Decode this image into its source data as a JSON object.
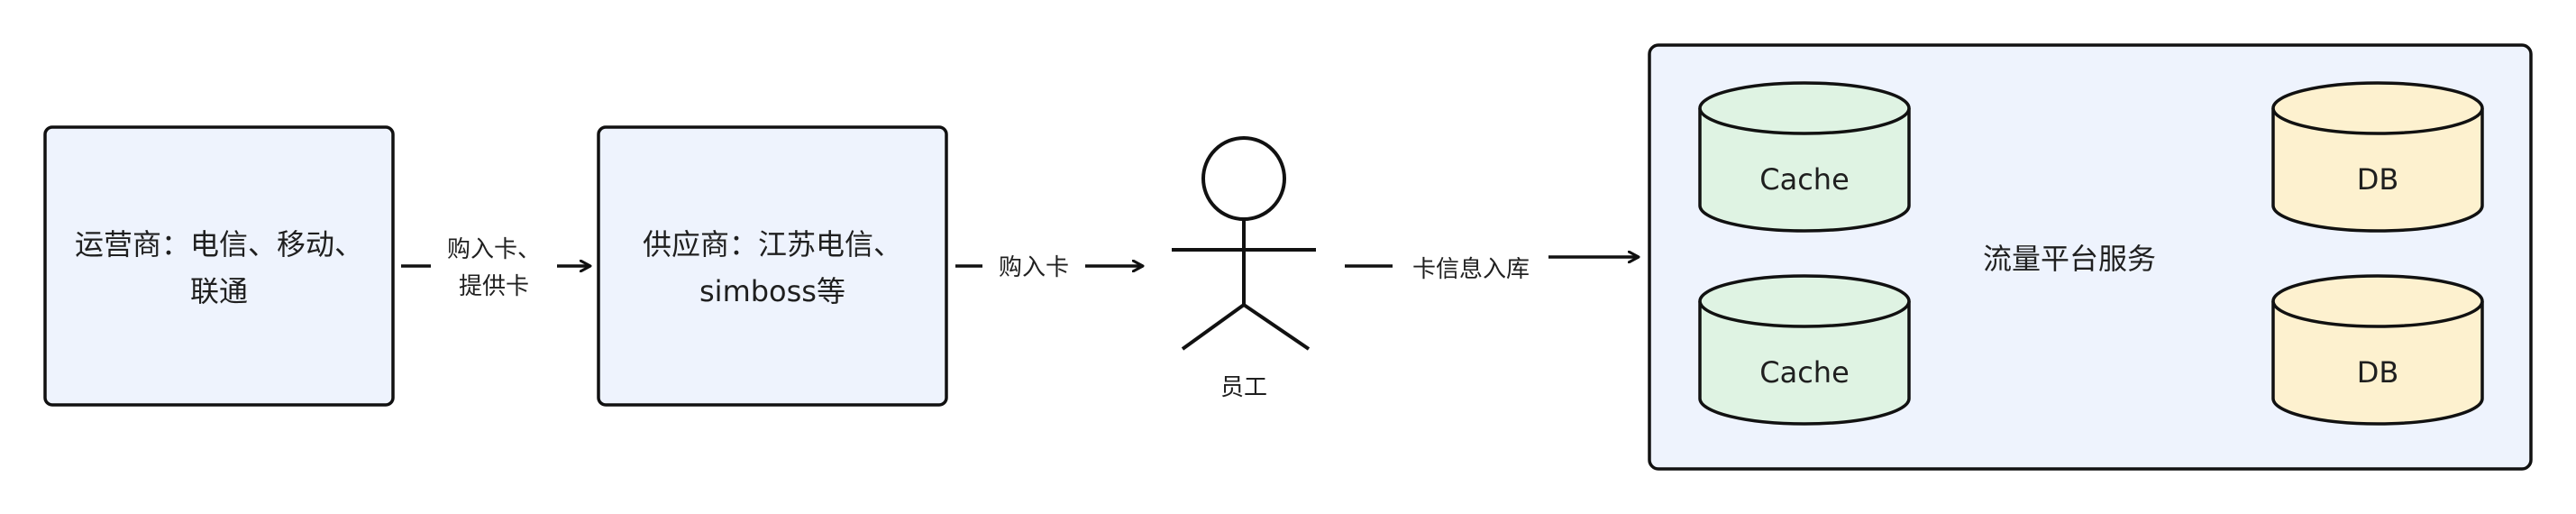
{
  "nodes": {
    "carrier": {
      "line1": "运营商：电信、移动、",
      "line2": "联通"
    },
    "supplier": {
      "line1": "供应商：江苏电信、",
      "line2": "simboss等"
    },
    "employee": {
      "label": "员工"
    },
    "platform": {
      "label": "流量平台服务",
      "cache_top": "Cache",
      "cache_bottom": "Cache",
      "db_top": "DB",
      "db_bottom": "DB"
    }
  },
  "edges": {
    "carrier_to_supplier": {
      "line1": "购入卡、",
      "line2": "提供卡"
    },
    "supplier_to_employee": {
      "label": "购入卡"
    },
    "employee_to_platform": {
      "label": "卡信息入库"
    }
  },
  "colors": {
    "box_fill": "#eef3fd",
    "stroke": "#111111",
    "cache_fill": "#dff3e3",
    "db_fill": "#fdf1cf"
  }
}
